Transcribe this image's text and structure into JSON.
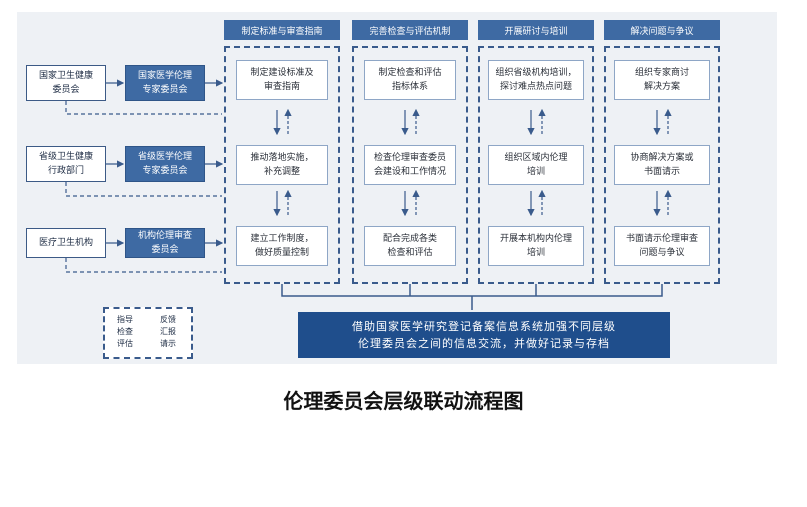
{
  "organizations": [
    {
      "org": "国家卫生健康\n委员会",
      "committee": "国家医学伦理\n专家委员会"
    },
    {
      "org": "省级卫生健康\n行政部门",
      "committee": "省级医学伦理\n专家委员会"
    },
    {
      "org": "医疗卫生机构",
      "committee": "机构伦理审查\n委员会"
    }
  ],
  "columns": [
    {
      "header": "制定标准与审查指南",
      "tasks": [
        "制定建设标准及\n审查指南",
        "推动落地实施，\n补充调整",
        "建立工作制度，\n做好质量控制"
      ]
    },
    {
      "header": "完善检查与评估机制",
      "tasks": [
        "制定检查和评估\n指标体系",
        "检查伦理审查委员\n会建设和工作情况",
        "配合完成各类\n检查和评估"
      ]
    },
    {
      "header": "开展研讨与培训",
      "tasks": [
        "组织省级机构培训，\n探讨难点热点问题",
        "组织区域内伦理\n培训",
        "开展本机构内伦理\n培训"
      ]
    },
    {
      "header": "解决问题与争议",
      "tasks": [
        "组织专家商讨\n解决方案",
        "协商解决方案或\n书面请示",
        "书面请示伦理审查\n问题与争议"
      ]
    }
  ],
  "bottom_bar": "借助国家医学研究登记备案信息系统加强不同层级\n伦理委员会之间的信息交流，并做好记录与存档",
  "legend": {
    "down_label": "指导\n检查\n评估",
    "up_label": "反馈\n汇报\n请示"
  },
  "caption": "伦理委员会层级联动流程图"
}
